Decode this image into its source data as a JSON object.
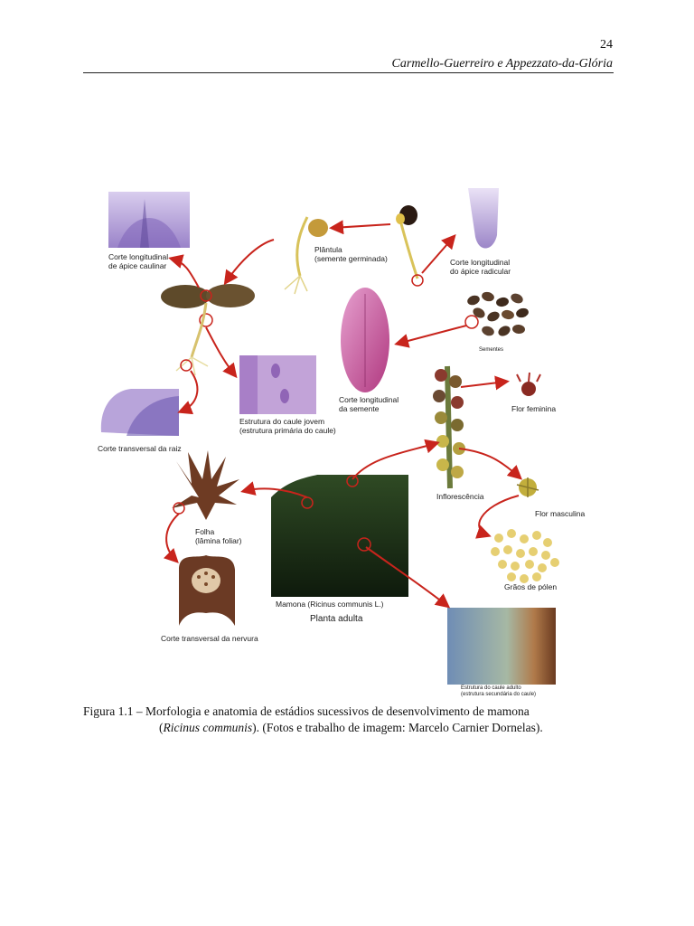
{
  "header": {
    "page_number": "24",
    "running_title": "Carmello-Guerreiro e Appezzato-da-Glória"
  },
  "figure": {
    "labels": {
      "apice_caulinar": [
        "Corte longitudinal",
        "de ápice caulinar"
      ],
      "plantula": [
        "Plântula",
        "(semente germinada)"
      ],
      "apice_radicular": [
        "Corte longitudinal",
        "do ápice radicular"
      ],
      "sementes": "Sementes",
      "semente": [
        "Corte longitudinal",
        "da semente"
      ],
      "caule_jovem": [
        "Estrutura do caule jovem",
        "(estrutura primária do caule)"
      ],
      "raiz": "Corte transversal da raiz",
      "flor_feminina": "Flor feminina",
      "inflorescencia": "Inflorescência",
      "flor_masculina": "Flor masculina",
      "folha": [
        "Folha",
        "(lâmina foliar)"
      ],
      "graos_polen": "Grãos de pólen",
      "mamona_name": "Mamona (Ricinus communis L.)",
      "planta_adulta": "Planta adulta",
      "nervura": "Corte transversal da nervura",
      "caule_adulto": [
        "Estrutura do caule adulto",
        "(estrutura secundária do caule)"
      ]
    },
    "colors": {
      "arrow": "#c8241c",
      "lilac": "#b39ad6",
      "pink": "#c84f9e",
      "brown": "#6e3b23"
    }
  },
  "caption": {
    "label": "Figura 1.1 –",
    "text_line1": "Morfologia e anatomia de estádios sucessivos de desenvolvimento de mamona",
    "species": "Ricinus communis",
    "text_line2_rest": "). (Fotos e trabalho de imagem: Marcelo Carnier Dornelas)."
  }
}
